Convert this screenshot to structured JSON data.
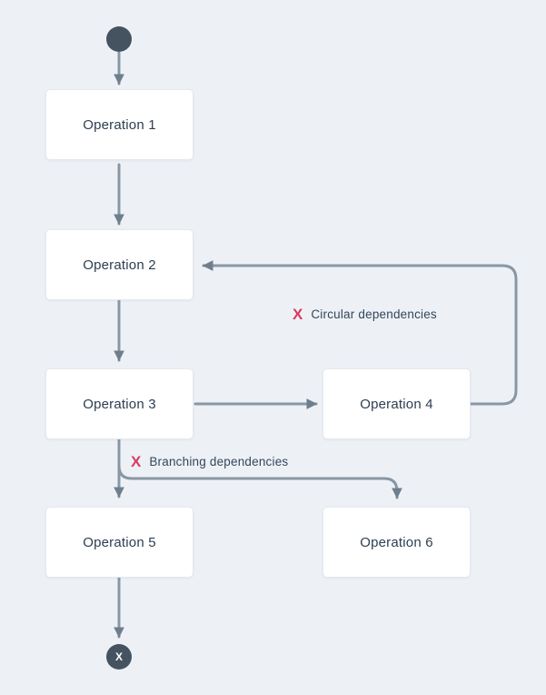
{
  "canvas": {
    "background": "#edf1f6",
    "arrow_color": "#8996a4",
    "arrowhead_color": "#6f7e8d",
    "error_color": "#da3a5e",
    "terminal_fill": "#455361",
    "node_fill": "#ffffff",
    "node_text_color": "#2d3e50"
  },
  "terminals": {
    "start_label": "",
    "end_label": "X"
  },
  "nodes": [
    {
      "id": "operation-1",
      "label": "Operation 1"
    },
    {
      "id": "operation-2",
      "label": "Operation 2"
    },
    {
      "id": "operation-3",
      "label": "Operation 3"
    },
    {
      "id": "operation-4",
      "label": "Operation 4"
    },
    {
      "id": "operation-5",
      "label": "Operation 5"
    },
    {
      "id": "operation-6",
      "label": "Operation 6"
    }
  ],
  "annotations": [
    {
      "icon": "X",
      "label": "Circular dependencies"
    },
    {
      "icon": "X",
      "label": "Branching dependencies"
    }
  ],
  "edges": [
    {
      "from": "start",
      "to": "operation-1"
    },
    {
      "from": "operation-1",
      "to": "operation-2"
    },
    {
      "from": "operation-2",
      "to": "operation-3"
    },
    {
      "from": "operation-3",
      "to": "operation-4"
    },
    {
      "from": "operation-4",
      "to": "operation-2"
    },
    {
      "from": "operation-3",
      "to": "operation-5"
    },
    {
      "from": "operation-3",
      "to": "operation-6"
    },
    {
      "from": "operation-5",
      "to": "end"
    }
  ]
}
